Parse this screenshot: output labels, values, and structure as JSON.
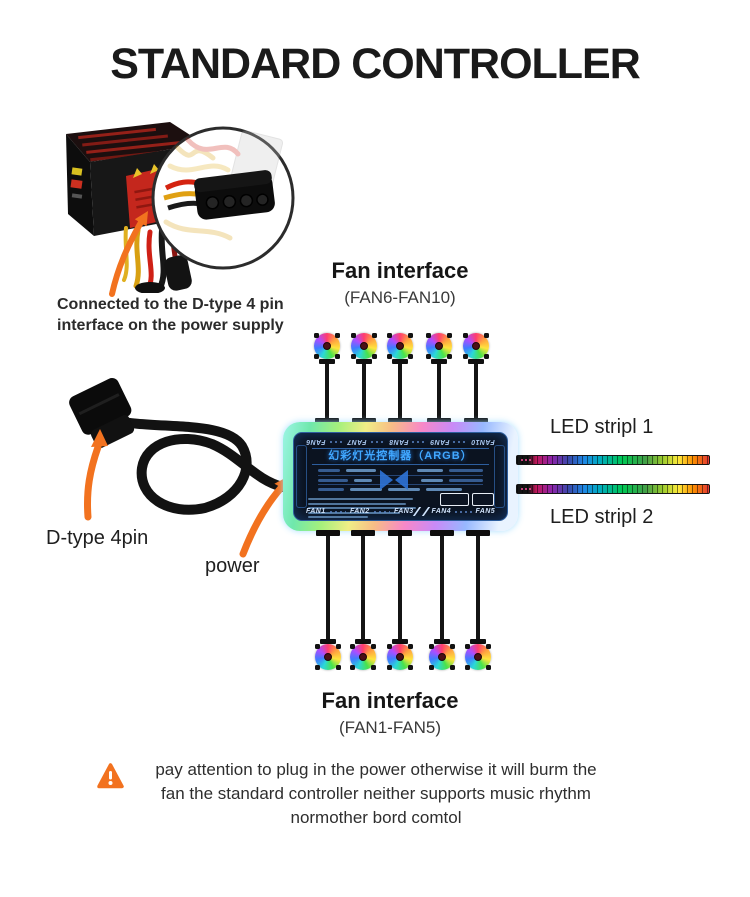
{
  "title": "STANDARD CONTROLLER",
  "psu_caption": {
    "line1": "Connected to the D-type 4 pin",
    "line2": "interface on the power supply"
  },
  "fan_interface_top": {
    "title": "Fan interface",
    "subtitle": "(FAN6-FAN10)"
  },
  "fan_interface_bottom": {
    "title": "Fan interface",
    "subtitle": "(FAN1-FAN5)"
  },
  "led_strips": {
    "strip1_label": "LED stripl 1",
    "strip2_label": "LED stripl 2"
  },
  "connector_labels": {
    "dtype": "D-type 4pin",
    "power": "power"
  },
  "controller": {
    "title": "幻彩灯光控制器（ARGB）",
    "top_ports": [
      "FAN6",
      "FAN7",
      "FAN8",
      "FAN9",
      "FAN10"
    ],
    "bottom_ports": [
      "FAN1",
      "FAN2",
      "FAN3",
      "FAN4",
      "FAN5"
    ]
  },
  "warning": {
    "line1": "pay attention to plug in the power otherwise it will burm the",
    "line2": "fan the standard controller neither supports music rhythm",
    "line3": "normother bord comtol"
  },
  "icons": {
    "warning_icon": "!",
    "fan_icon": "argb-fan",
    "magnifier_icon": "magnifier-circle"
  },
  "colors": {
    "arrow_orange": "#f2721f",
    "warning_orange": "#f2721f",
    "controller_text_blue": "#41a8ff",
    "panel_navy": "#0b1320",
    "title_black": "#1a1a1a",
    "background": "#ffffff"
  }
}
